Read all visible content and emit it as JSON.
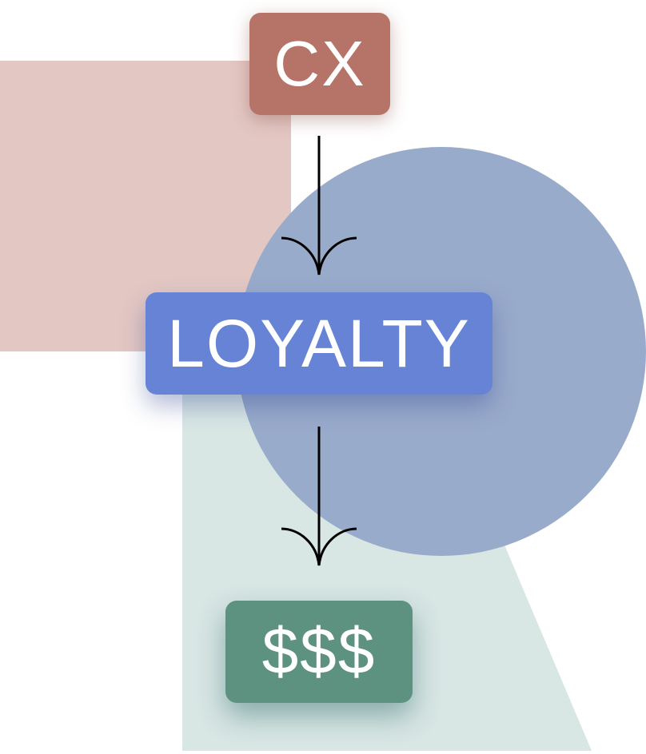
{
  "colors": {
    "background": "#ffffff",
    "pink_block": "#e3c7c3",
    "blue_circle": "#99abcb",
    "mint_shape": "#d8e6e4",
    "cx_box": "#b57467",
    "loyalty_box": "#6683d6",
    "money_box": "#5c927f",
    "arrow": "#000000"
  },
  "nodes": [
    {
      "id": "cx",
      "label": "CX"
    },
    {
      "id": "loyalty",
      "label": "LOYALTY"
    },
    {
      "id": "money",
      "label": "$$$"
    }
  ],
  "edges": [
    {
      "from": "cx",
      "to": "loyalty"
    },
    {
      "from": "loyalty",
      "to": "money"
    }
  ]
}
